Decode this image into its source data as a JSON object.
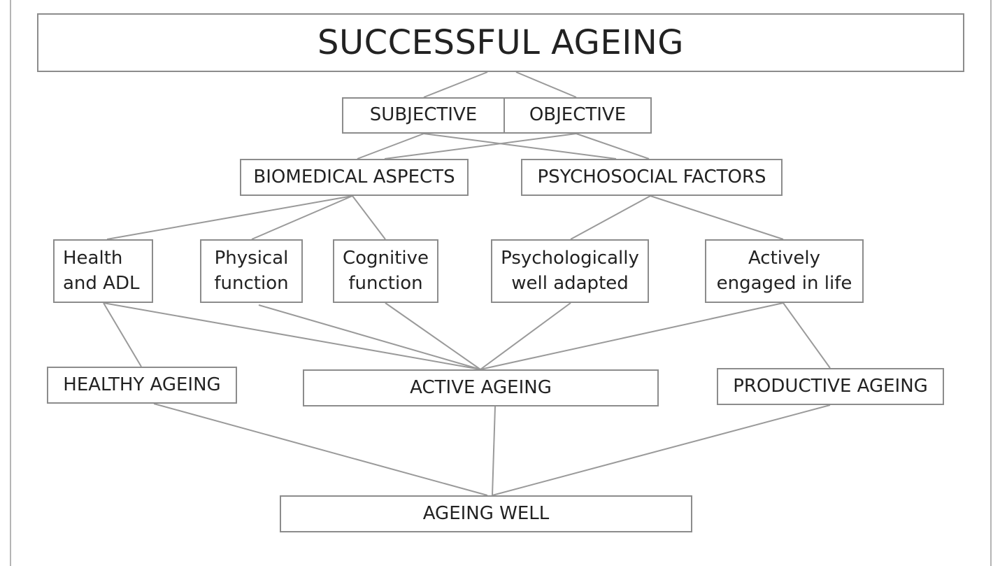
{
  "diagram": {
    "title": "SUCCESSFUL AGEING",
    "perspectives": {
      "subjective": "SUBJECTIVE",
      "objective": "OBJECTIVE"
    },
    "aspects": {
      "biomedical": "BIOMEDICAL ASPECTS",
      "psychosocial": "PSYCHOSOCIAL FACTORS"
    },
    "components": {
      "health_adl": "Health\nand ADL",
      "physical": "Physical\nfunction",
      "cognitive": "Cognitive\nfunction",
      "psychological": "Psychologically\nwell adapted",
      "engaged": "Actively\nengaged in life"
    },
    "outcomes": {
      "healthy": "HEALTHY AGEING",
      "active": "ACTIVE AGEING",
      "productive": "PRODUCTIVE AGEING"
    },
    "result": "AGEING WELL"
  }
}
